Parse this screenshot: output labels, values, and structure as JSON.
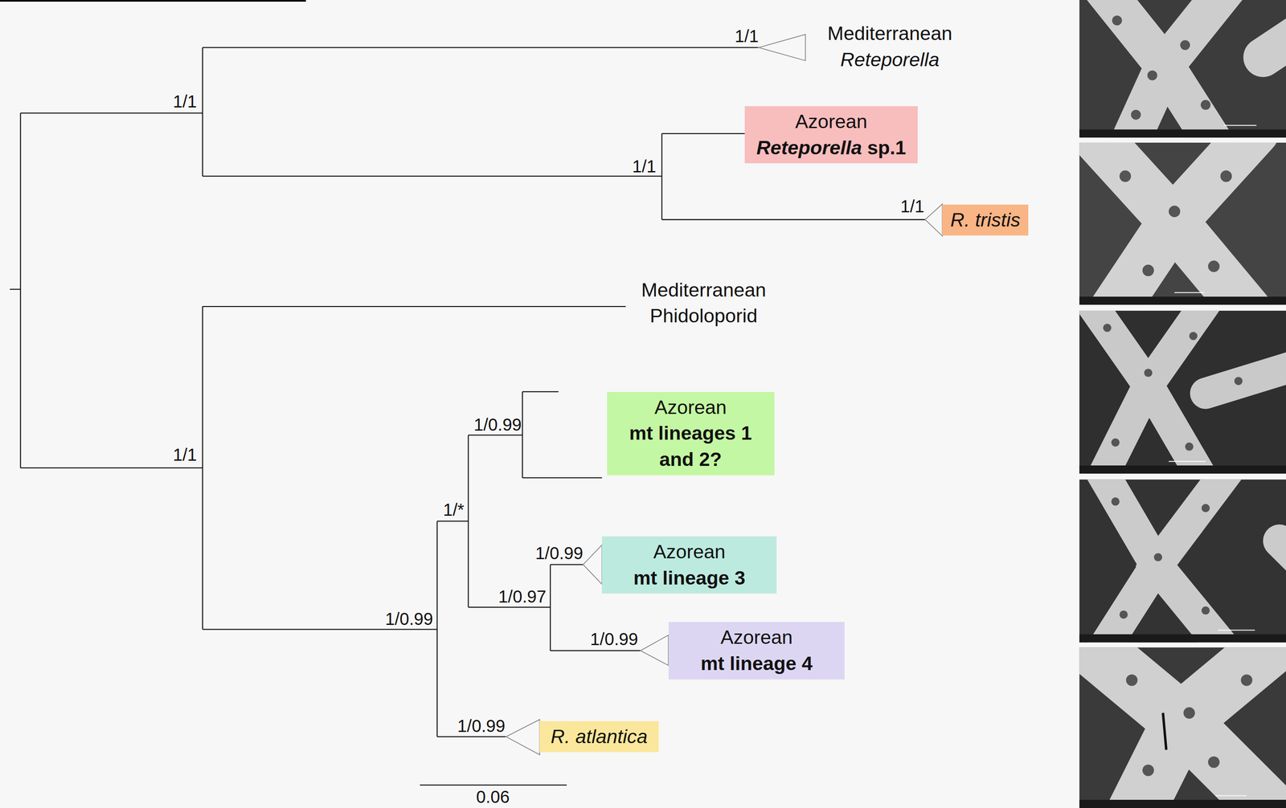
{
  "diagram": {
    "nodes": [
      {
        "text": [
          "Azorean",
          "Reteporella sp.1"
        ]
      },
      {
        "text": [
          "R. tristis"
        ]
      },
      {
        "text": [
          "Azorean",
          "mt lineages 1 and 2?"
        ]
      },
      {
        "text": [
          "Azorean",
          "mt lineage 3"
        ]
      },
      {
        "text": [
          "Azorean",
          "mt lineage 4"
        ]
      },
      {
        "text": [
          "R. atlantica"
        ]
      }
    ],
    "labels": [
      "1/1",
      "Mediterranean Reteporella",
      "1/1",
      "1/1",
      "1/1",
      "Mediterranean Phidoloporid",
      "1/0.99",
      "1/1",
      "1/*",
      "1/0.99",
      "1/0.97",
      "1/0.99",
      "1/0.99",
      "1/0.99",
      "0.06"
    ]
  }
}
